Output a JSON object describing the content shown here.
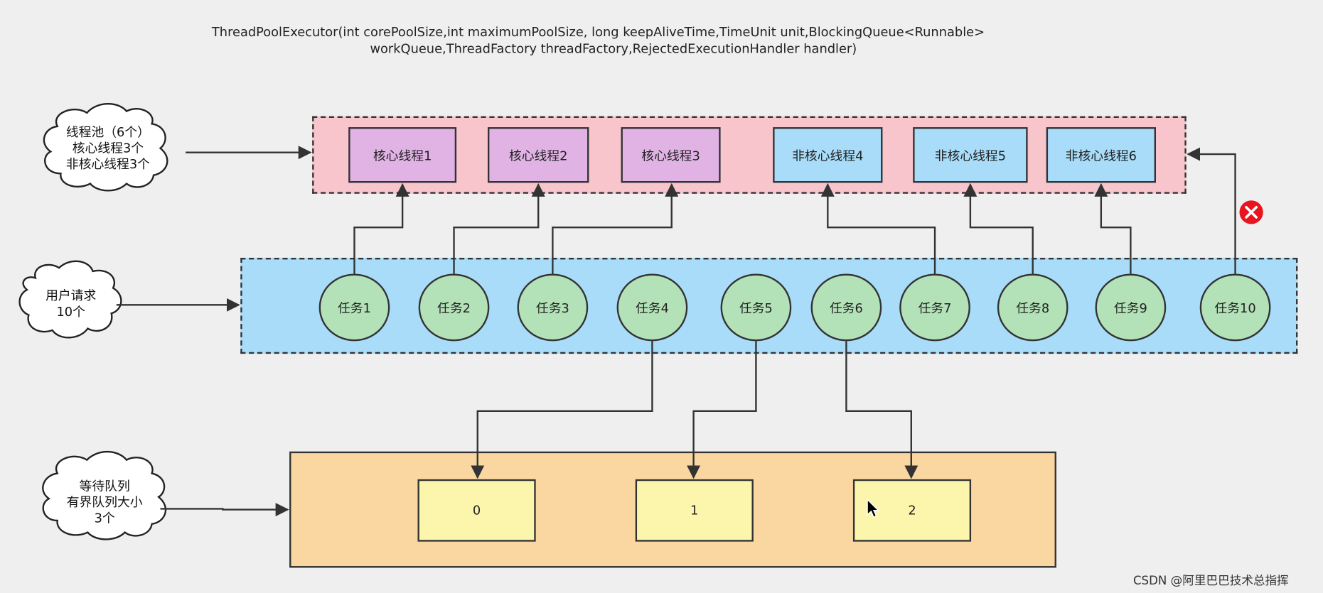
{
  "signature": {
    "line1": "ThreadPoolExecutor(int corePoolSize,int maximumPoolSize, long keepAliveTime,TimeUnit unit,BlockingQueue<Runnable>",
    "line2": "workQueue,ThreadFactory threadFactory,RejectedExecutionHandler handler)"
  },
  "clouds": {
    "pool": [
      "线程池（6个）",
      "核心线程3个",
      "非核心线程3个"
    ],
    "requests": [
      "用户请求",
      "10个"
    ],
    "queue": [
      "等待队列",
      "有界队列大小",
      "3个"
    ]
  },
  "threads": {
    "core": [
      "核心线程1",
      "核心线程2",
      "核心线程3"
    ],
    "noncore": [
      "非核心线程4",
      "非核心线程5",
      "非核心线程6"
    ]
  },
  "tasks": [
    "任务1",
    "任务2",
    "任务3",
    "任务4",
    "任务5",
    "任务6",
    "任务7",
    "任务8",
    "任务9",
    "任务10"
  ],
  "queue_slots": [
    "0",
    "1",
    "2"
  ],
  "reject_icon": "x-circle-icon",
  "colors": {
    "core_thread": "#e1b3e5",
    "noncore_thread": "#a8dcf9",
    "pool_band": "#f7c5cb",
    "request_band": "#a8dcf9",
    "task": "#b4e2b8",
    "queue_band": "#fad7a1",
    "queue_slot": "#fbf6ac",
    "reject": "#e8151f"
  },
  "watermark": "CSDN @阿里巴巴技术总指挥"
}
